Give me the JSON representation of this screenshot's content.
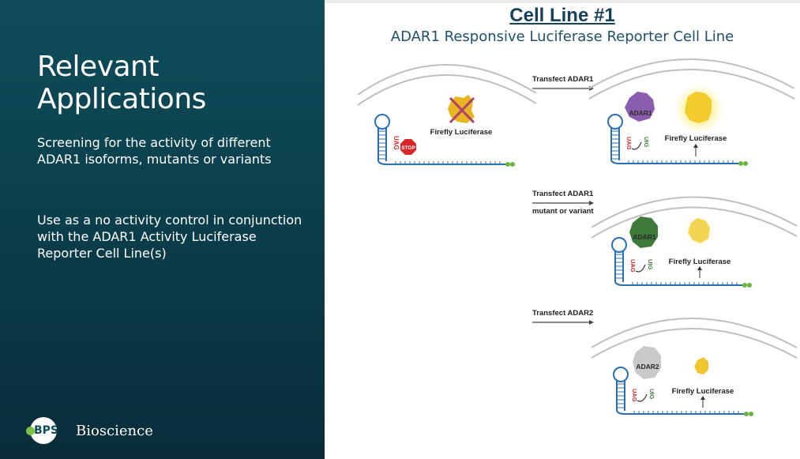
{
  "slide": {
    "title": "Relevant Applications",
    "bullets": [
      "Screening for the activity of different ADAR1 isoforms, mutants or variants",
      "Use as a no activity control in conjunction with the ADAR1 Activity Luciferase Reporter Cell Line(s)"
    ]
  },
  "logo": {
    "mark": "BPS",
    "name": "Bioscience"
  },
  "diagram": {
    "title": "Cell Line #1",
    "subtitle": "ADAR1 Responsive Luciferase Reporter Cell Line",
    "left_cell": {
      "protein": "Firefly Luciferase",
      "stop_sign": "STOP",
      "codon": "UAG"
    },
    "arrows": {
      "adar1": "Transfect ADAR1",
      "mutant_line1": "Transfect ADAR1",
      "mutant_line2": "mutant or variant",
      "adar2": "Transfect ADAR2"
    },
    "result_cells": [
      {
        "enzyme": "ADAR1",
        "protein": "Firefly Luciferase",
        "codon_before": "UAG",
        "codon_after": "UIG"
      },
      {
        "enzyme": "ADAR1",
        "protein": "Firefly Luciferase",
        "codon_before": "UAG",
        "codon_after": "UIG"
      },
      {
        "enzyme": "ADAR2",
        "protein": "Firefly Luciferase",
        "codon_before": "UAG",
        "codon_after": "UIG"
      }
    ]
  },
  "colors": {
    "panel_teal": "#0f4d5b",
    "title_navy": "#17405a",
    "adar1_purple": "#8a5cae",
    "adar1_mutant_green": "#3f7a3a",
    "adar2_gray": "#c9c9c9",
    "luciferase_yellow": "#f2cc2c",
    "rna_blue": "#2a6fb5",
    "rna_green_tail": "#6db33f",
    "stop_red": "#d8262b"
  }
}
